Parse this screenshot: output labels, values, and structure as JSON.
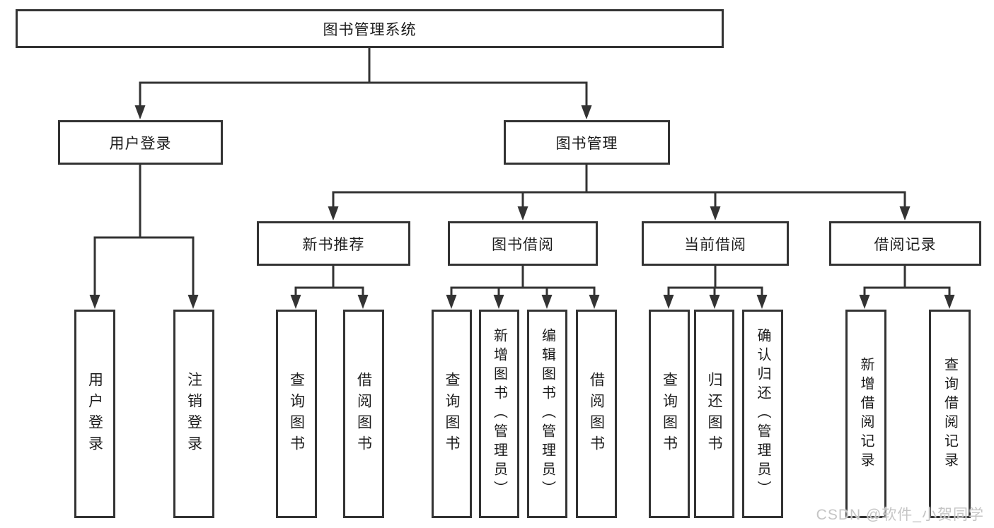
{
  "diagram": {
    "nodes": {
      "root": "图书管理系统",
      "user_login": "用户登录",
      "book_mgmt": "图书管理",
      "new_book_rec": "新书推荐",
      "book_borrow": "图书借阅",
      "current_borrow": "当前借阅",
      "borrow_record": "借阅记录",
      "leaf_user_login": "用户登录",
      "leaf_logout": "注销登录",
      "leaf_nb_query": "查询图书",
      "leaf_nb_borrow": "借阅图书",
      "leaf_bb_query": "查询图书",
      "leaf_bb_add": "新增图书（管理员）",
      "leaf_bb_edit": "编辑图书（管理员）",
      "leaf_bb_borrow": "借阅图书",
      "leaf_cb_query": "查询图书",
      "leaf_cb_return": "归还图书",
      "leaf_cb_confirm": "确认归还（管理员）",
      "leaf_br_add": "新增借阅记录",
      "leaf_br_query": "查询借阅记录"
    },
    "tree": {
      "label": "图书管理系统",
      "children": [
        {
          "label": "用户登录",
          "children": [
            {
              "label": "用户登录"
            },
            {
              "label": "注销登录"
            }
          ]
        },
        {
          "label": "图书管理",
          "children": [
            {
              "label": "新书推荐",
              "children": [
                {
                  "label": "查询图书"
                },
                {
                  "label": "借阅图书"
                }
              ]
            },
            {
              "label": "图书借阅",
              "children": [
                {
                  "label": "查询图书"
                },
                {
                  "label": "新增图书（管理员）"
                },
                {
                  "label": "编辑图书（管理员）"
                },
                {
                  "label": "借阅图书"
                }
              ]
            },
            {
              "label": "当前借阅",
              "children": [
                {
                  "label": "查询图书"
                },
                {
                  "label": "归还图书"
                },
                {
                  "label": "确认归还（管理员）"
                }
              ]
            },
            {
              "label": "借阅记录",
              "children": [
                {
                  "label": "新增借阅记录"
                },
                {
                  "label": "查询借阅记录"
                }
              ]
            }
          ]
        }
      ]
    }
  },
  "watermark": {
    "text": "CSDN @软件_小贺同学"
  },
  "colors": {
    "line": "#333333",
    "box_border": "#333333",
    "text": "#1c1c1c",
    "background": "#ffffff",
    "watermark": "#c5c5c5"
  }
}
